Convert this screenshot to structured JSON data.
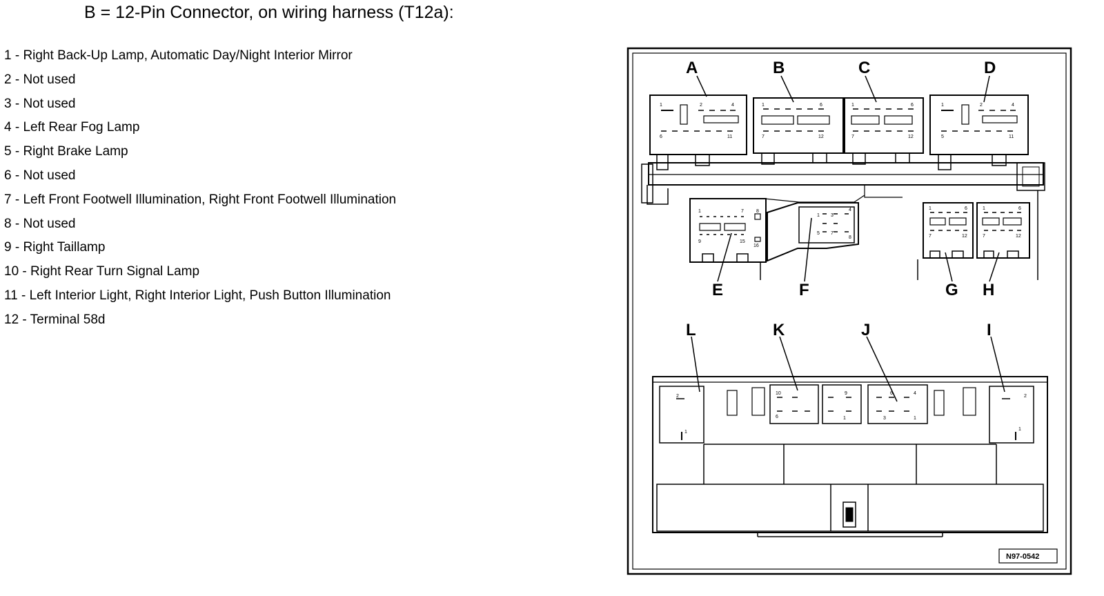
{
  "heading": "B = 12-Pin Connector, on wiring harness (T12a):",
  "pins": [
    "1 - Right Back-Up Lamp, Automatic Day/Night Interior Mirror",
    "2 - Not used",
    "3 - Not used",
    "4 - Left Rear Fog Lamp",
    "5 - Right Brake Lamp",
    "6 - Not used",
    "7 - Left Front Footwell Illumination, Right Front Footwell Illumination",
    "8 - Not used",
    "9 - Right Taillamp",
    "10 - Right Rear Turn Signal Lamp",
    "11 - Left Interior Light, Right Interior Light, Push Button Illumination",
    "12 - Terminal 58d"
  ],
  "diagram": {
    "labels": {
      "A": "A",
      "B": "B",
      "C": "C",
      "D": "D",
      "E": "E",
      "F": "F",
      "G": "G",
      "H": "H",
      "I": "I",
      "J": "J",
      "K": "K",
      "L": "L"
    },
    "reference_code": "N97-0542",
    "pin_numbers": {
      "A": [
        "1",
        "2",
        "4",
        "6",
        "11"
      ],
      "B": [
        "1",
        "6",
        "7",
        "12"
      ],
      "C": [
        "1",
        "6",
        "7",
        "12"
      ],
      "D": [
        "1",
        "2",
        "4",
        "5",
        "11"
      ],
      "E": [
        "1",
        "7",
        "8",
        "9",
        "15",
        "16"
      ],
      "F": [
        "1",
        "3",
        "4",
        "5",
        "7",
        "8"
      ],
      "G": [
        "1",
        "6",
        "7",
        "12"
      ],
      "H": [
        "1",
        "6",
        "7",
        "12"
      ],
      "I": [
        "2",
        "1"
      ],
      "J": [
        "6",
        "4",
        "3",
        "1"
      ],
      "K_left": [
        "10",
        "6"
      ],
      "K_right": [
        "9",
        "1"
      ],
      "L": [
        "2",
        "1"
      ]
    }
  }
}
